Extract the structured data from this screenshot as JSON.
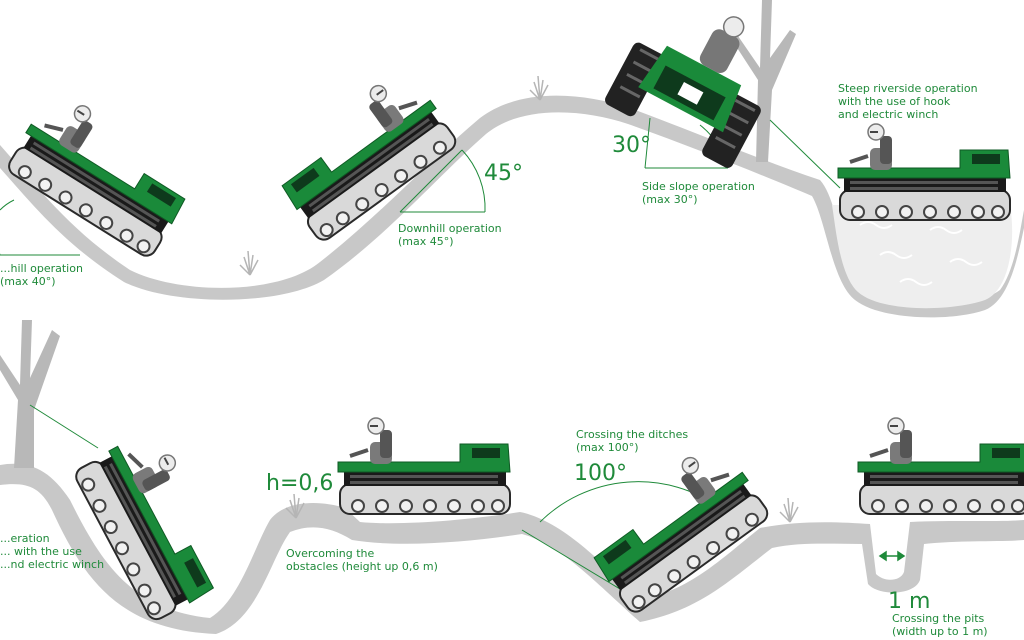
{
  "labels": {
    "uphill": "...hill operation\n(max 40°)",
    "downhill": "Downhill operation\n(max 45°)",
    "side_slope": "Side slope operation\n(max 30°)",
    "riverside": "Steep riverside operation\nwith the use of hook\nand electric winch",
    "winch_operation": "...eration\n... with the use\n...nd electric winch",
    "obstacles": "Overcoming the\nobstacles (height up 0,6 m)",
    "ditches": "Crossing the ditches\n(max 100°)",
    "pits": "Crossing the pits\n(width up to 1 m)"
  },
  "values": {
    "downhill_angle": "45°",
    "side_angle": "30°",
    "obstacle_height": "h=0,6",
    "ditch_angle": "100°",
    "pit_width": "1 m"
  },
  "colors": {
    "green": "#1f8a3a",
    "vehicle_green": "#1a8a3a",
    "ground_gray": "#c8c8c8",
    "tree_gray": "#b8b8b8",
    "track_dark": "#222222"
  }
}
